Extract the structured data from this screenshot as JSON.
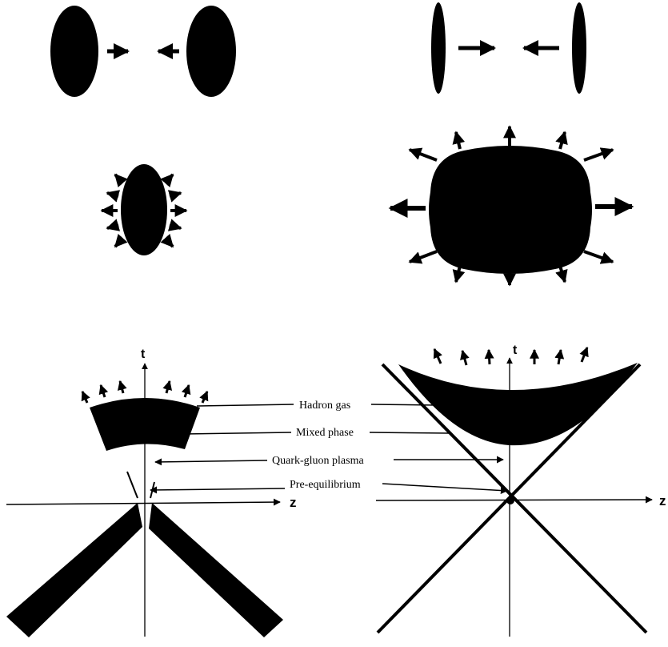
{
  "colors": {
    "ink": "#000000",
    "background": "#ffffff"
  },
  "axes": {
    "time_label": "t",
    "space_label": "z"
  },
  "labels": {
    "hadron_gas": "Hadron gas",
    "mixed_phase": "Mixed phase",
    "qgp": "Quark-gluon plasma",
    "pre_eq": "Pre-equilibrium"
  }
}
